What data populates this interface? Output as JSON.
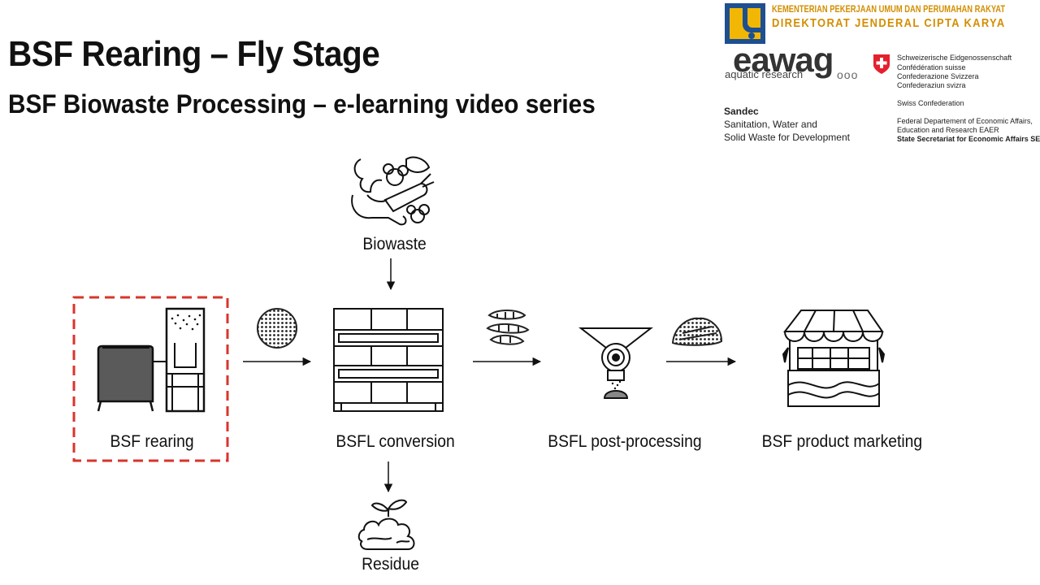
{
  "header": {
    "title": "BSF Rearing – Fly Stage",
    "subtitle": "BSF Biowaste Processing – e-learning video series"
  },
  "logos": {
    "ministry": {
      "line1": "KEMENTERIAN PEKERJAAN UMUM DAN PERUMAHAN RAKYAT",
      "line2": "DIREKTORAT JENDERAL CIPTA KARYA",
      "color": "#d28e00",
      "icon_color": "#1d4f91"
    },
    "eawag": {
      "wordmark": "eawag",
      "tagline": "aquatic research",
      "dots": "ooo"
    },
    "sandec": {
      "name": "Sandec",
      "line1": "Sanitation, Water and",
      "line2": "Solid Waste for Development"
    },
    "swiss": {
      "lines": [
        "Schweizerische Eidgenossenschaft",
        "Confédération suisse",
        "Confederazione Svizzera",
        "Confederaziun svizra",
        "Swiss Confederation",
        "Federal Departement of Economic Affairs,",
        "Education and Research EAER",
        "State Secretariat for Economic Affairs SECO"
      ],
      "flag_color": "#e4202e"
    }
  },
  "diagram": {
    "highlight_color": "#d9342b",
    "nodes": {
      "rearing": "BSF rearing",
      "conversion": "BSFL conversion",
      "post_processing": "BSFL post-processing",
      "marketing": "BSF product marketing",
      "biowaste": "Biowaste",
      "residue": "Residue"
    }
  }
}
